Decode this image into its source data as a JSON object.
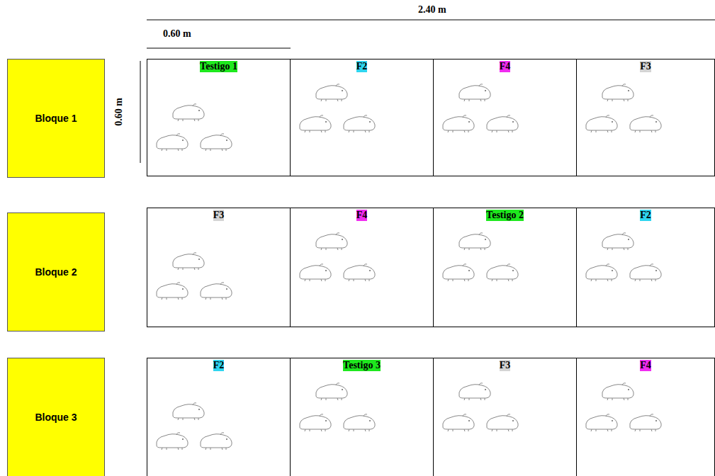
{
  "diagram": {
    "nodes": [
      {
        "text": [
          "Bloque 1"
        ]
      },
      {
        "text": [
          "Testigo 1"
        ]
      },
      {
        "text": [
          "F2"
        ]
      },
      {
        "text": [
          "F4"
        ]
      },
      {
        "text": [
          "F3"
        ]
      },
      {
        "text": [
          "Bloque 2"
        ]
      },
      {
        "text": [
          "F3"
        ]
      },
      {
        "text": [
          "F4"
        ]
      },
      {
        "text": [
          "Testigo 2"
        ]
      },
      {
        "text": [
          "F2"
        ]
      },
      {
        "text": [
          "Bloque 3"
        ]
      },
      {
        "text": [
          "F2"
        ]
      },
      {
        "text": [
          "Testigo 3"
        ]
      },
      {
        "text": [
          "F3"
        ]
      },
      {
        "text": [
          "F4"
        ]
      }
    ],
    "labels": [
      "2.40 m",
      "0.60 m",
      "0.60 m"
    ]
  }
}
